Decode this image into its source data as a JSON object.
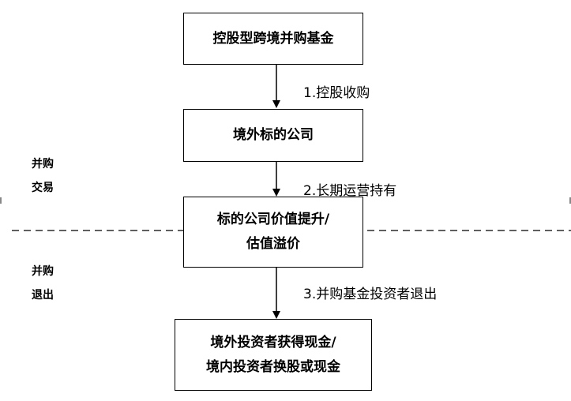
{
  "boxes": {
    "b1": "控股型跨境并购基金",
    "b2": "境外标的公司",
    "b3_line1": "标的公司价值提升/",
    "b3_line2": "估值溢价",
    "b4_line1": "境外投资者获得现金/",
    "b4_line2": "境内投资者换股或现金"
  },
  "steps": {
    "s1": "1.控股收购",
    "s2": "2.长期运营持有",
    "s3": "3.并购基金投资者退出"
  },
  "phases": {
    "p1_line1": "并购",
    "p1_line2": "交易",
    "p2_line1": "并购",
    "p2_line2": "退出"
  }
}
